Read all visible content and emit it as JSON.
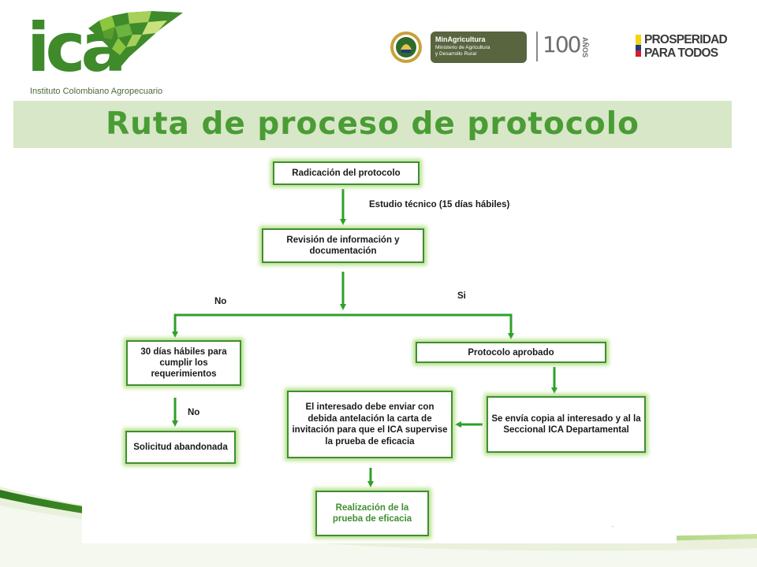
{
  "header": {
    "logo_text": "ica",
    "logo_subtitle": "Instituto Colombiano Agropecuario",
    "minagri_title": "MinAgricultura",
    "minagri_sub1": "Ministerio de Agricultura",
    "minagri_sub2": "y Desarrollo Rural",
    "anniversary_number": "100",
    "anniversary_word": "AÑOS",
    "prosperity_line1": "PROSPERIDAD",
    "prosperity_line2": "PARA TODOS"
  },
  "page_title": "Ruta de proceso de protocolo",
  "diagram": {
    "nodes": {
      "radicacion": "Radicación del protocolo",
      "revision": "Revisión de información y documentación",
      "dias30": "30 días hábiles para cumplir los requerimientos",
      "aprobado": "Protocolo aprobado",
      "solicitud": "Solicitud abandonada",
      "copia": "Se envía copia al interesado y al la Seccional ICA Departamental",
      "interesado": "El interesado debe enviar con debida antelación la carta de invitación para que el ICA supervise la prueba de eficacia",
      "realizacion": "Realización de la prueba de eficacia"
    },
    "labels": {
      "estudio": "Estudio técnico (15 días hábiles)",
      "no_left": "No",
      "si": "Si",
      "no_down": "No"
    },
    "footnote": "."
  },
  "colors": {
    "brand_green": "#3f8a2a",
    "title_green": "#4a9c35",
    "title_band": "#d7e7c7",
    "arrow_green": "#2ea02a",
    "box_glow": "#b6e08c"
  },
  "icons": [
    "leaf-mosaic-logo-icon",
    "national-seal-icon",
    "colombia-flag-icon"
  ]
}
